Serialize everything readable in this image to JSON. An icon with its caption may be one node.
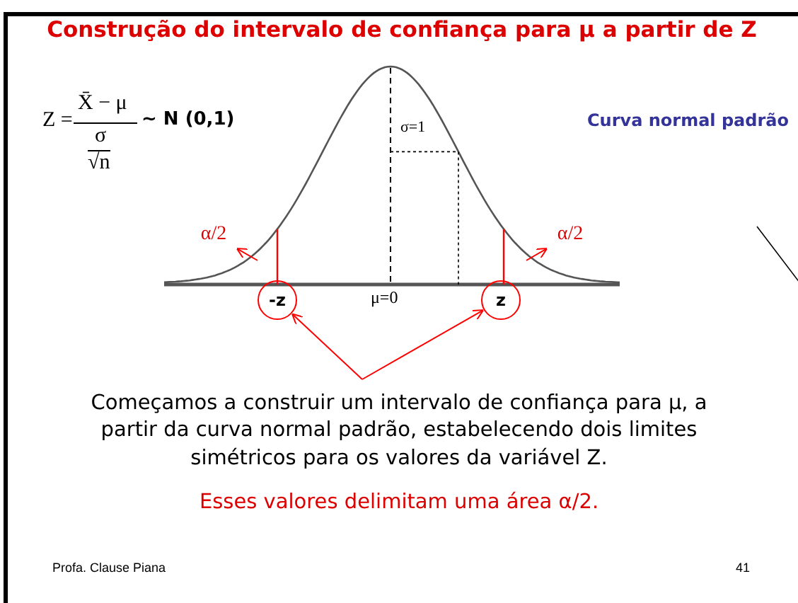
{
  "diagram": {
    "title": "Construção do intervalo de confiança para μ a partir de Z",
    "nodes": [
      {
        "text": [
          "-z"
        ]
      },
      {
        "text": [
          "z"
        ]
      },
      {
        "text": [
          "α/2"
        ]
      },
      {
        "text": [
          "α/2"
        ]
      }
    ],
    "edges": [
      {
        "from": null,
        "to": 0,
        "arrow": "to"
      },
      {
        "from": null,
        "to": 1,
        "arrow": "to"
      },
      {
        "from": null,
        "to": 2,
        "arrow": "to"
      },
      {
        "from": null,
        "to": 3,
        "arrow": "to"
      }
    ],
    "labels": [
      "Z =",
      "X̄ − μ",
      "σ",
      "√n",
      "~ N (0,1)",
      "Curva normal padrão",
      "σ=1",
      "μ=0",
      "Começamos a construir um intervalo de confiança para μ, a partir da curva normal padrão, estabelecendo dois limites simétricos para os valores da variável Z.",
      "Esses valores delimitam uma área α/2.",
      "Profa. Clause Piana",
      "41"
    ]
  }
}
